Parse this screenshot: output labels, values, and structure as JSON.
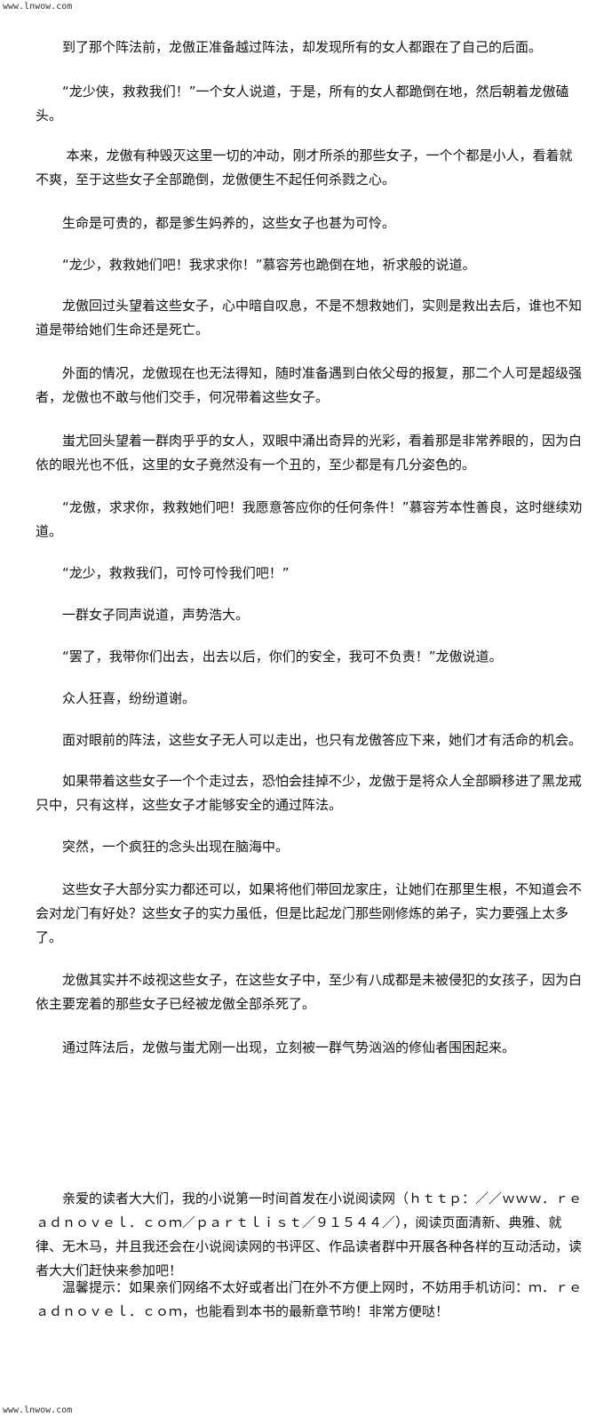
{
  "watermark": {
    "top": "www.lnwow.com",
    "bottom": "www.lnwow.com"
  },
  "paragraphs": [
    "到了那个阵法前，龙傲正准备越过阵法，却发现所有的女人都跟在了自己的后面。",
    "“龙少侠，救救我们！”一个女人说道，于是，所有的女人都跪倒在地，然后朝着龙傲磕头。",
    "本来，龙傲有种毁灭这里一切的冲动，刚才所杀的那些女子，一个个都是小人，看着就不爽，至于这些女子全部跪倒，龙傲便生不起任何杀戮之心。",
    "生命是可贵的，都是爹生妈养的，这些女子也甚为可怜。",
    "“龙少，救救她们吧！我求求你！”慕容芳也跪倒在地，祈求般的说道。",
    "龙傲回过头望着这些女子，心中暗自叹息，不是不想救她们，实则是救出去后，谁也不知道是带给她们生命还是死亡。",
    "外面的情况，龙傲现在也无法得知，随时准备遇到白依父母的报复，那二个人可是超级强者，龙傲也不敢与他们交手，何况带着这些女子。",
    "蚩尤回头望着一群肉乎乎的女人，双眼中涌出奇异的光彩，看着那是非常养眼的，因为白依的眼光也不低，这里的女子竟然没有一个丑的，至少都是有几分姿色的。",
    "“龙傲，求求你，救救她们吧！我愿意答应你的任何条件！”慕容芳本性善良，这时继续劝道。",
    "“龙少，救救我们，可怜可怜我们吧！”",
    "一群女子同声说道，声势浩大。",
    "“罢了，我带你们出去，出去以后，你们的安全，我可不负责！”龙傲说道。",
    "众人狂喜，纷纷道谢。",
    "面对眼前的阵法，这些女子无人可以走出，也只有龙傲答应下来，她们才有活命的机会。",
    "如果带着这些女子一个个走过去，恐怕会挂掉不少，龙傲于是将众人全部瞬移进了黑龙戒只中，只有这样，这些女子才能够安全的通过阵法。",
    "突然，一个疯狂的念头出现在脑海中。",
    "这些女子大部分实力都还可以，如果将他们带回龙家庄，让她们在那里生根，不知道会不会对龙门有好处？这些女子的实力虽低，但是比起龙门那些刚修炼的弟子，实力要强上太多了。",
    "龙傲其实并不歧视这些女子，在这些女子中，至少有八成都是未被侵犯的女孩子，因为白依主要宠着的那些女子已经被龙傲全部杀死了。",
    "通过阵法后，龙傲与蚩尤刚一出现，立刻被一群气势汹汹的修仙者围困起来。",
    "亲爱的读者大大们，我的小说第一时间首发在小说阅读网（ｈｔｔｐ：／／ｗｗｗ．ｒｅａｄｎｏｖｅｌ．ｃｏｍ／ｐａｒｔｌｉｓｔ／９１５４４／），阅读页面清新、典雅、就律、无木马，并且我还会在小说阅读网的书评区、作品读者群中开展各种各样的互动活动，读者大大们赶快来参加吧！",
    "温馨提示：如果亲们网络不太好或者出门在外不方便上网时，不妨用手机访问：ｍ．ｒｅａｄｎｏｖｅｌ．ｃｏｍ，也能看到本书的最新章节哟！非常方便哒！"
  ]
}
